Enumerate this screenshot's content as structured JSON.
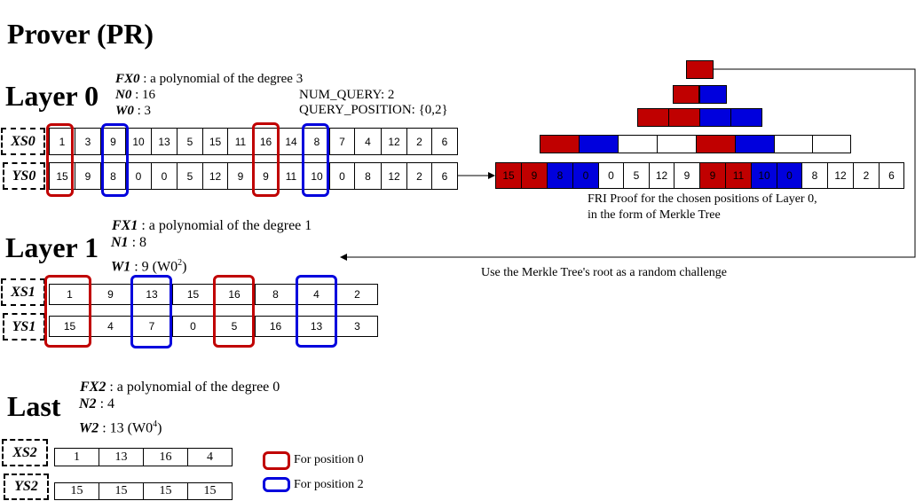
{
  "title": "Prover (PR)",
  "colors": {
    "red": "#c00000",
    "blue": "#0000dd"
  },
  "layer0": {
    "heading": "Layer 0",
    "fx_label": "FX0",
    "fx_text": ":  a polynomial of the degree 3",
    "n_label": "N0",
    "n_text": ": 16",
    "w_label": "W0",
    "w_text": ":  3",
    "num_query": "NUM_QUERY: 2",
    "query_position": "QUERY_POSITION: {0,2}",
    "xs_label": "XS0",
    "ys_label": "YS0",
    "xs": [
      "1",
      "3",
      "9",
      "10",
      "13",
      "5",
      "15",
      "11",
      "16",
      "14",
      "8",
      "7",
      "4",
      "12",
      "2",
      "6"
    ],
    "ys": [
      "15",
      "9",
      "8",
      "0",
      "0",
      "5",
      "12",
      "9",
      "9",
      "11",
      "10",
      "0",
      "8",
      "12",
      "2",
      "6"
    ]
  },
  "layer1": {
    "heading": "Layer 1",
    "fx_label": "FX1",
    "fx_text": ":  a polynomial of the degree 1",
    "n_label": "N1",
    "n_text": ": 8",
    "w_label": "W1",
    "w_text": ":  9 (W0",
    "w_sup": "2",
    "w_close": ")",
    "xs_label": "XS1",
    "ys_label": "YS1",
    "xs": [
      "1",
      "9",
      "13",
      "15",
      "16",
      "8",
      "4",
      "2"
    ],
    "ys": [
      "15",
      "4",
      "7",
      "0",
      "5",
      "16",
      "13",
      "3"
    ]
  },
  "last": {
    "heading": "Last",
    "fx_label": "FX2",
    "fx_text": ":  a polynomial of the degree 0",
    "n_label": "N2",
    "n_text": ": 4",
    "w_label": "W2",
    "w_text": ":  13 (W0",
    "w_sup": "4",
    "w_close": ")",
    "xs_label": "XS2",
    "ys_label": "YS2",
    "xs": [
      "1",
      "13",
      "16",
      "4"
    ],
    "ys": [
      "15",
      "15",
      "15",
      "15"
    ]
  },
  "merkle": {
    "leaves": [
      "15",
      "9",
      "8",
      "0",
      "0",
      "5",
      "12",
      "9",
      "9",
      "11",
      "10",
      "0",
      "8",
      "12",
      "2",
      "6"
    ],
    "leaf_colors": [
      "red",
      "red",
      "blue",
      "blue",
      "",
      "",
      "",
      "",
      "red",
      "red",
      "blue",
      "blue",
      "",
      "",
      "",
      ""
    ],
    "caption_line1": "FRI Proof for the chosen positions of Layer 0,",
    "caption_line2": "in the form of Merkle Tree",
    "challenge_text": "Use the Merkle Tree's root as a random challenge"
  },
  "legend": {
    "pos0": "For position 0",
    "pos2": "For position 2"
  }
}
